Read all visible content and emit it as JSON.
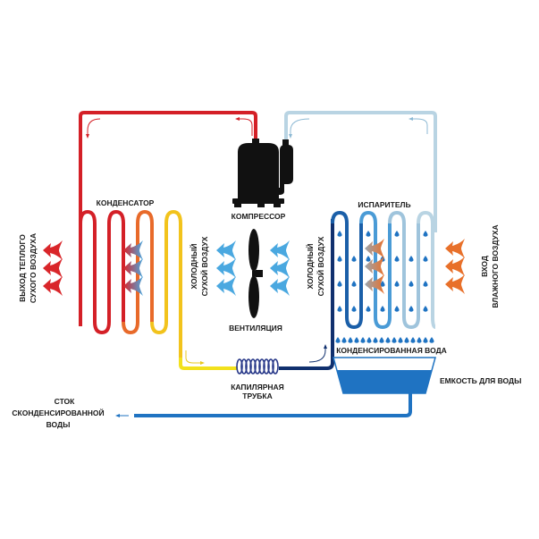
{
  "diagram": {
    "title": "Dehumidifier refrigeration cycle",
    "labels": {
      "condenser": "КОНДЕНСАТОР",
      "compressor": "КОМПРЕССОР",
      "evaporator": "ИСПАРИТЕЛЬ",
      "fan": "ВЕНТИЛЯЦИЯ",
      "capillary_line1": "КАПИЛЯРНАЯ",
      "capillary_line2": "ТРУБКА",
      "condensed_water": "КОНДЕНСИРОВАННАЯ ВОДА",
      "water_tank": "ЕМКОСТЬ ДЛЯ ВОДЫ",
      "drain_line1": "СТОК",
      "drain_line2": "СКОНДЕНСИРОВАННОЙ",
      "drain_line3": "ВОДЫ",
      "warm_out_line1": "ВЫХОД ТЕПЛОГО",
      "warm_out_line2": "СУХОГО ВОЗДУХА",
      "cold_dry_left_line1": "ХОЛОДНЫЙ",
      "cold_dry_left_line2": "СУХОЙ ВОЗДУХ",
      "cold_dry_right_line1": "ХОЛОДНЫЙ",
      "cold_dry_right_line2": "СУХОЙ ВОЗДУХ",
      "humid_in_line1": "ВХОД",
      "humid_in_line2": "ВЛАЖНОГО ВОЗДУХА"
    },
    "icons": {
      "compressor": "compressor-icon",
      "fan": "fan-icon",
      "capillary": "coil-icon",
      "tank": "water-tank-icon",
      "drop": "water-drop-icon",
      "arrow": "airflow-arrow-icon"
    },
    "colors": {
      "hot_pipe": "#d42027",
      "cold_pipe": "#b9d4e3",
      "liquid_line": "#f2e11c",
      "capillary_out": "#10306e",
      "water": "#1f73c2",
      "air_warm": "#d9262a",
      "air_cold": "#4aa8e0",
      "air_humid": "#e8702a",
      "machine": "#111111"
    }
  }
}
